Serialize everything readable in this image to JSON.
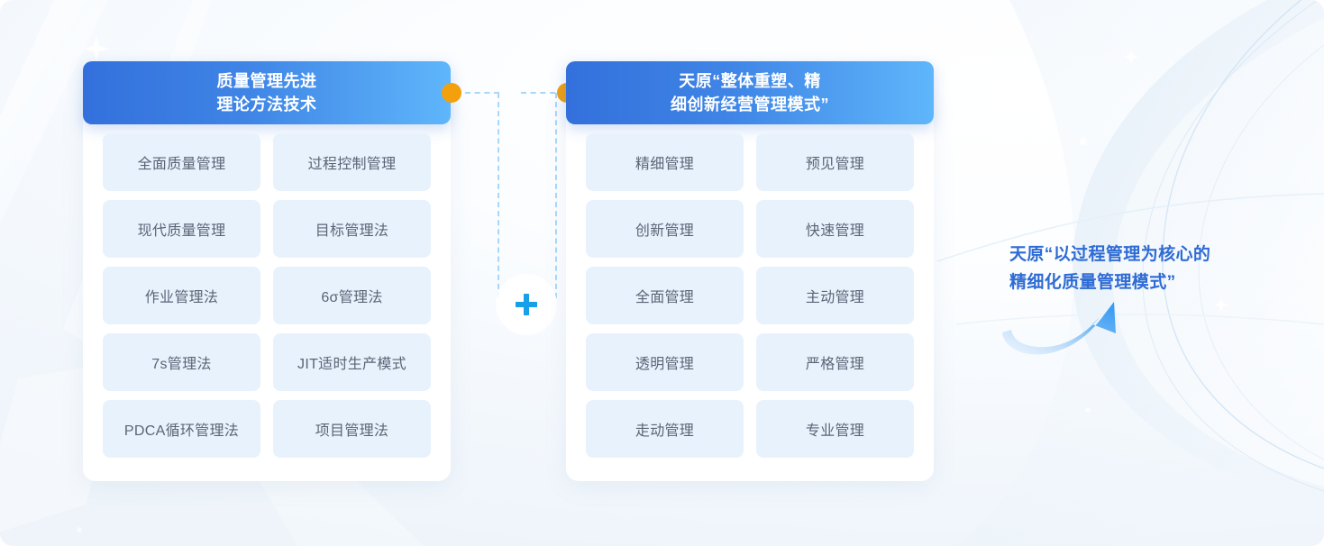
{
  "diagram": {
    "left_panel": {
      "title": "质量管理先进\n理论方法技术",
      "items": [
        "全面质量管理",
        "过程控制管理",
        "现代质量管理",
        "目标管理法",
        "作业管理法",
        "6σ管理法",
        "7s管理法",
        "JIT适时生产模式",
        "PDCA循环管理法",
        "项目管理法"
      ]
    },
    "right_panel": {
      "title": "天原“整体重塑、精\n细创新经营管理模式”",
      "items": [
        "精细管理",
        "预见管理",
        "创新管理",
        "快速管理",
        "全面管理",
        "主动管理",
        "透明管理",
        "严格管理",
        "走动管理",
        "专业管理"
      ]
    },
    "connector": {
      "operator_icon": "plus-icon",
      "left_node_icon": "orange-dot-icon",
      "right_node_icon": "orange-dot-icon"
    },
    "result": {
      "text": "天原“以过程管理为核心的\n精细化质量管理模式”",
      "arrow_icon": "curved-arrow-icon"
    },
    "colors": {
      "header_gradient_start": "#3370dc",
      "header_gradient_end": "#5fb6fb",
      "cell_background": "#e8f2fd",
      "cell_text": "#5b6475",
      "node_dot": "#f2a00c",
      "dashed_line": "#a8d7f7",
      "plus_icon": "#17a0e8",
      "result_text": "#2e6bd4",
      "panel_background": "#ffffff"
    }
  }
}
